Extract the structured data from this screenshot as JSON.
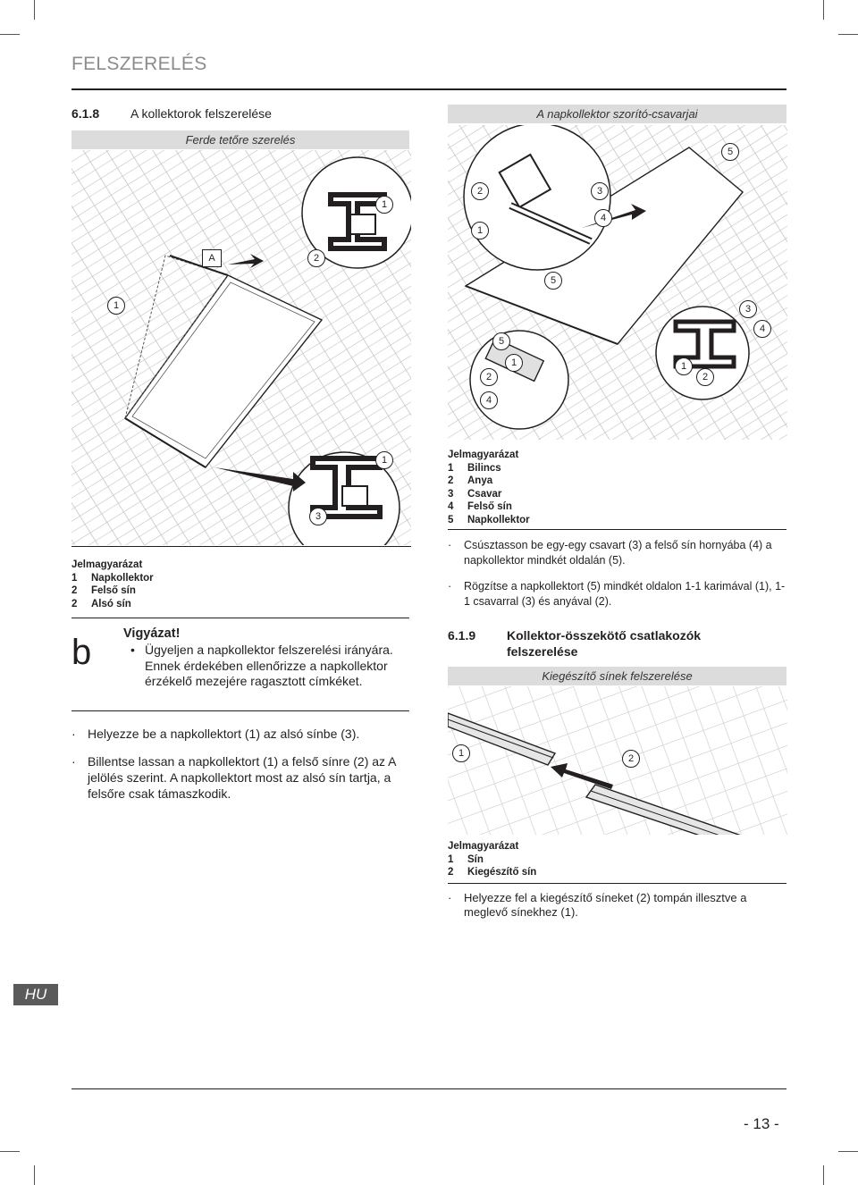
{
  "header": {
    "title": "FELSZERELÉS"
  },
  "section_618": {
    "number": "6.1.8",
    "title": "A kollektorok felszerelése",
    "left_band": "Ferde tetőre szerelés",
    "right_band": "A napkollektor szorító-csavarjai"
  },
  "figure_left": {
    "callouts": [
      "A",
      "2",
      "1",
      "1",
      "3",
      "1"
    ]
  },
  "figure_right": {
    "callouts": [
      "5",
      "2",
      "3",
      "1",
      "4",
      "5",
      "3",
      "4",
      "5",
      "1",
      "2",
      "1",
      "2",
      "4"
    ]
  },
  "legend_left": {
    "title": "Jelmagyarázat",
    "items": [
      {
        "n": "1",
        "label": "Napkollektor"
      },
      {
        "n": "2",
        "label": "Felső sín"
      },
      {
        "n": "2",
        "label": "Alsó sín"
      }
    ]
  },
  "legend_right": {
    "title": "Jelmagyarázat",
    "items": [
      {
        "n": "1",
        "label": "Bilincs"
      },
      {
        "n": "2",
        "label": "Anya"
      },
      {
        "n": "3",
        "label": "Csavar"
      },
      {
        "n": "4",
        "label": "Felső sín"
      },
      {
        "n": "5",
        "label": "Napkollektor"
      }
    ]
  },
  "instructions_right": [
    {
      "bullet": "·",
      "text": "Csúsztasson be egy-egy csavart (3) a felső sín hornyába (4) a napkollektor mindkét oldalán (5)."
    },
    {
      "bullet": "·",
      "text": "Rögzítse a napkollektort (5) mindkét oldalon 1-1 karimával (1), 1-1 csavarral (3) és anyával (2)."
    }
  ],
  "warning": {
    "icon_letter": "b",
    "title": "Vigyázat!",
    "bullet": "•",
    "text": "Ügyeljen a napkollektor felszerelési irányára. Ennek érdekében ellenőrizze a napkollektor érzékelő mezejére ragasztott címkéket."
  },
  "instructions_left": [
    {
      "bullet": "·",
      "text": "Helyezze be a napkollektort (1) az alsó sínbe (3)."
    },
    {
      "bullet": "·",
      "text": "Billentse lassan a napkollektort (1) a felső sínre (2) az A jelölés szerint. A napkollektort most az alsó sín tartja, a felsőre csak támaszkodik."
    }
  ],
  "section_619": {
    "number": "6.1.9",
    "title_line1": "Kollektor-összekötő csatlakozók",
    "title_line2": "felszerelése",
    "band": "Kiegészítő sínek felszerelése"
  },
  "figure_rails": {
    "callouts": [
      "1",
      "2"
    ]
  },
  "legend_rails": {
    "title": "Jelmagyarázat",
    "items": [
      {
        "n": "1",
        "label": "Sín"
      },
      {
        "n": "2",
        "label": "Kiegészítő sín"
      }
    ]
  },
  "instructions_rails": [
    {
      "bullet": "·",
      "text": "Helyezze fel a kiegészítő síneket (2) tompán illesztve a meglevő sínekhez (1)."
    }
  ],
  "footer": {
    "language": "HU",
    "page": "- 13 -"
  }
}
